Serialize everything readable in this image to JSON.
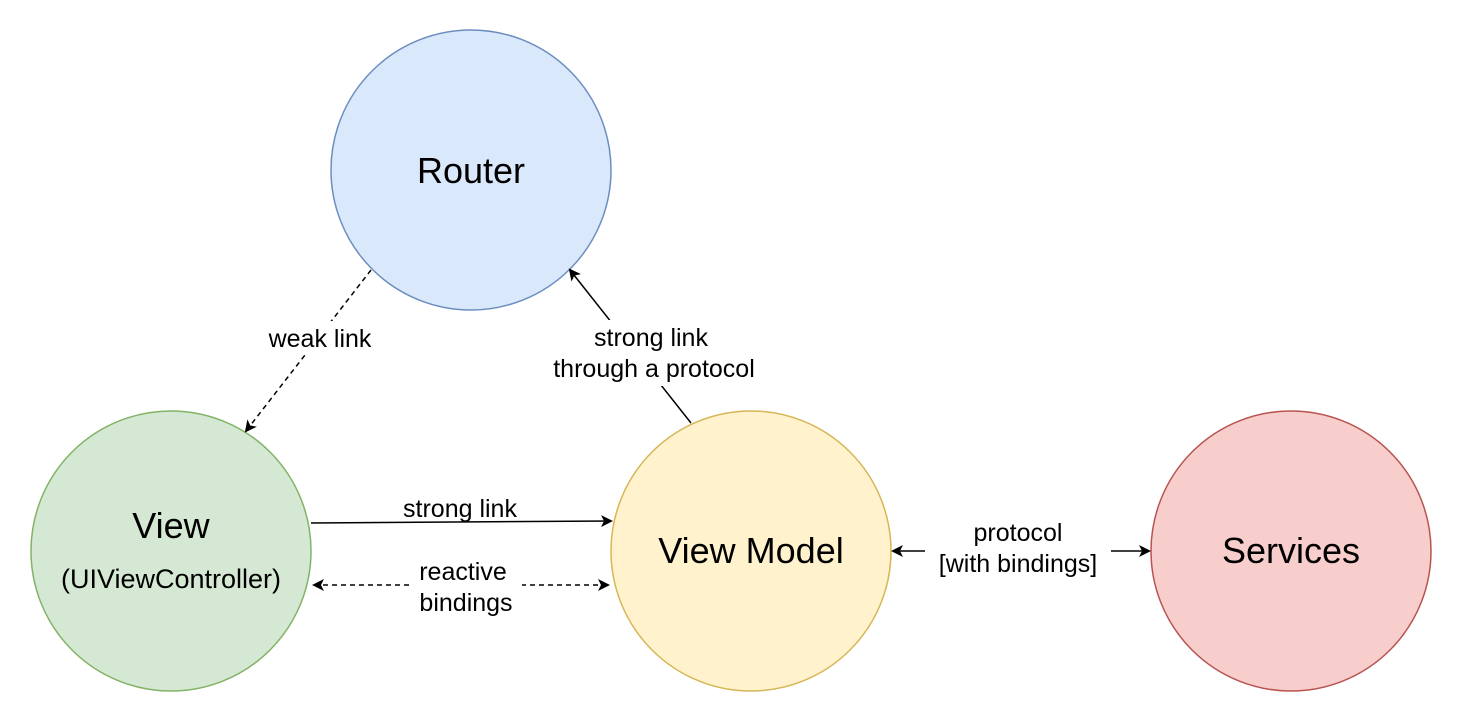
{
  "nodes": {
    "router": {
      "label": "Router",
      "fill": "#dae8fc",
      "stroke": "#6c8ebf"
    },
    "view": {
      "label": "View",
      "sublabel": "(UIViewController)",
      "fill": "#d5e8d4",
      "stroke": "#82b366"
    },
    "view_model": {
      "label": "View Model",
      "fill": "#fff2cc",
      "stroke": "#d6b656"
    },
    "services": {
      "label": "Services",
      "fill": "#f8cecc",
      "stroke": "#b85450"
    }
  },
  "edges": {
    "weak_link": {
      "label": "weak link",
      "style": "dashed"
    },
    "strong_link_protocol": {
      "label_line1": "strong link",
      "label_line2": "through a protocol",
      "style": "solid"
    },
    "strong_link": {
      "label": "strong link",
      "style": "solid"
    },
    "reactive_bindings": {
      "label_line1": "reactive",
      "label_line2": "bindings",
      "style": "dashed"
    },
    "protocol_bindings": {
      "label_line1": "protocol",
      "label_line2": "[with bindings]",
      "style": "solid"
    }
  }
}
